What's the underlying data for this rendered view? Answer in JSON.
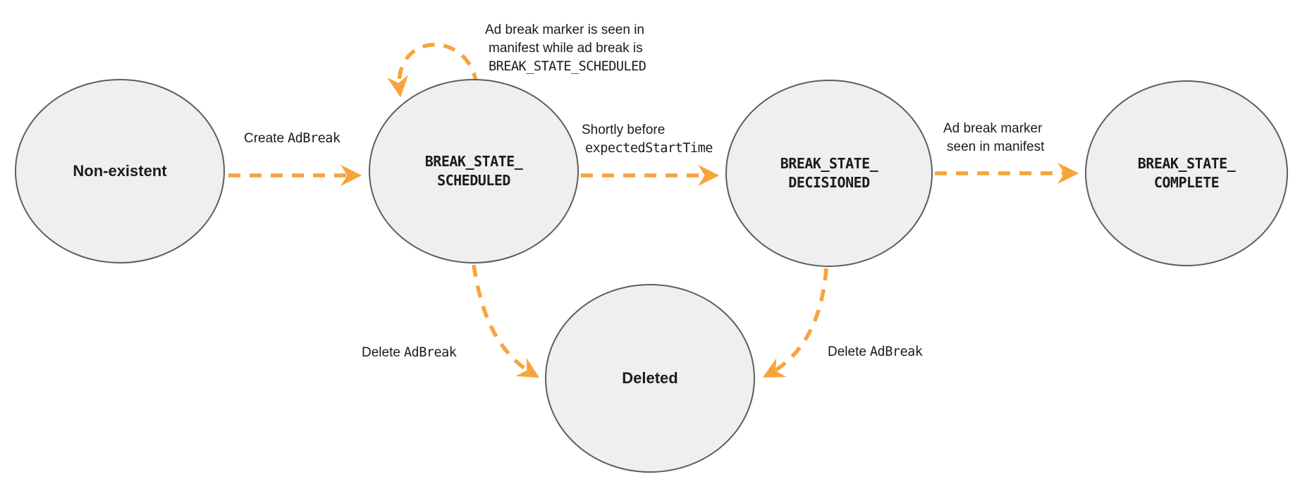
{
  "colors": {
    "accent": "#F7A43C",
    "node_fill": "#EFEFEF",
    "node_border": "#5E5E5E",
    "text": "#1C1C1C"
  },
  "states": {
    "non_existent": {
      "label": "Non-existent"
    },
    "scheduled": {
      "label": "BREAK_STATE_\nSCHEDULED"
    },
    "decisioned": {
      "label": "BREAK_STATE_\nDECISIONED"
    },
    "complete": {
      "label": "BREAK_STATE_\nCOMPLETE"
    },
    "deleted": {
      "label": "Deleted"
    }
  },
  "transitions": {
    "create_adbreak": {
      "prefix": "Create",
      "code": "AdBreak"
    },
    "marker_seen_while_scheduled": {
      "line1": "Ad break marker is seen in",
      "line2": "manifest while ad break is",
      "line3_code": "BREAK_STATE_SCHEDULED"
    },
    "shortly_before": {
      "line1": "Shortly before",
      "line2_code": "expectedStartTime"
    },
    "marker_seen": {
      "line1": "Ad break marker",
      "line2": "seen in manifest"
    },
    "delete_from_scheduled": {
      "prefix": "Delete",
      "code": "AdBreak"
    },
    "delete_from_decisioned": {
      "prefix": "Delete",
      "code": "AdBreak"
    }
  }
}
